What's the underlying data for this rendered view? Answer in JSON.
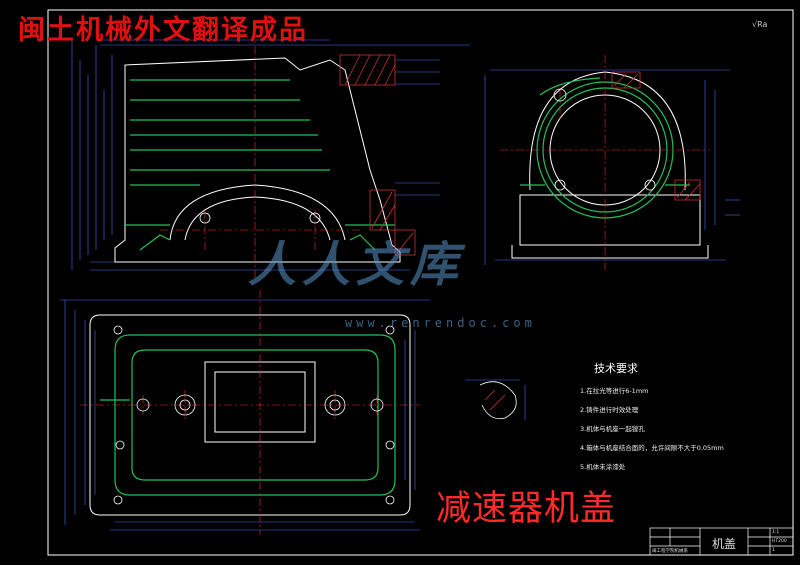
{
  "watermark_top": "闽土机械外文翻译成品",
  "drawing_title": "减速器机盖",
  "watermark_logo": {
    "text": "人人文库",
    "url": "www.renrendoc.com"
  },
  "technical_requirements": {
    "title": "技术要求",
    "items": [
      "1.在拉光等进行6-1mm",
      "2.铸件进行时效处理",
      "3.机体与机座一起镗孔",
      "4.箱体与机座结合面的，允许间隙不大于0.05mm",
      "5.机体未涂漆处"
    ]
  },
  "title_block": {
    "part_name": "机盖",
    "scale": "1:1",
    "material": "HT200",
    "quantity": "1",
    "school": "闽工程学院机械系"
  },
  "corner_mark": "√Ra",
  "colors": {
    "background": "#000000",
    "outline": "#ffffff",
    "section_green": "#22c05a",
    "dimension_blue": "#4a6cff",
    "center_red": "#ff2a2a",
    "hatch_red": "#d23030",
    "watermark": "#5a96c8"
  }
}
